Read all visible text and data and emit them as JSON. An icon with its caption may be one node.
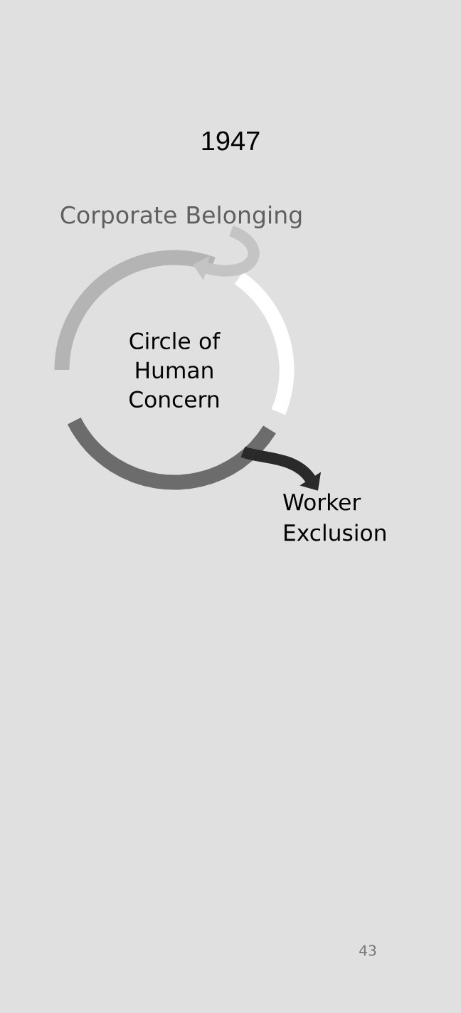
{
  "diagram": {
    "title": "1947",
    "nodes": [
      {
        "text": [
          "Circle of Human Concern"
        ]
      },
      {
        "text": [
          "Corporate Belonging"
        ]
      },
      {
        "text": [
          "Worker Exclusion"
        ]
      }
    ],
    "edges": [
      {
        "from": 1,
        "to": 0,
        "arrow": "to",
        "color": "#c4c4c4"
      },
      {
        "from": 0,
        "to": 2,
        "arrow": "to",
        "color": "#2a2a2a"
      }
    ],
    "labels": [
      "43"
    ]
  }
}
